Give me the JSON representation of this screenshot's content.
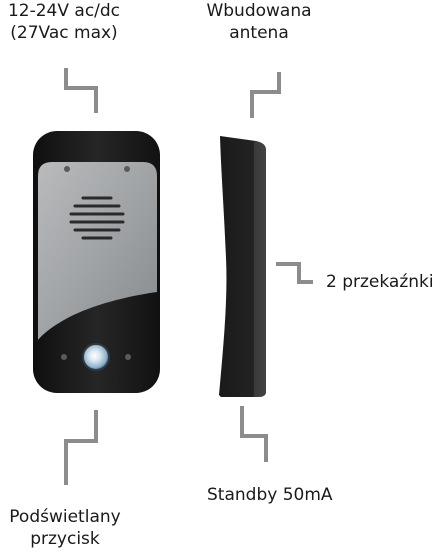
{
  "labels": {
    "power_line1": "12-24V ac/dc",
    "power_line2": "(27Vac max)",
    "antenna_line1": "Wbudowana",
    "antenna_line2": "antena",
    "relays": "2 przekaźnki",
    "button_line1": "Podświetlany",
    "button_line2": "przycisk",
    "standby": "Standby 50mA"
  },
  "colors": {
    "leader": "#8c8c8c",
    "body_dark": "#1c1c1c",
    "panel_silver": "#9ea1a3",
    "button_glow": "#9fc0d8"
  }
}
